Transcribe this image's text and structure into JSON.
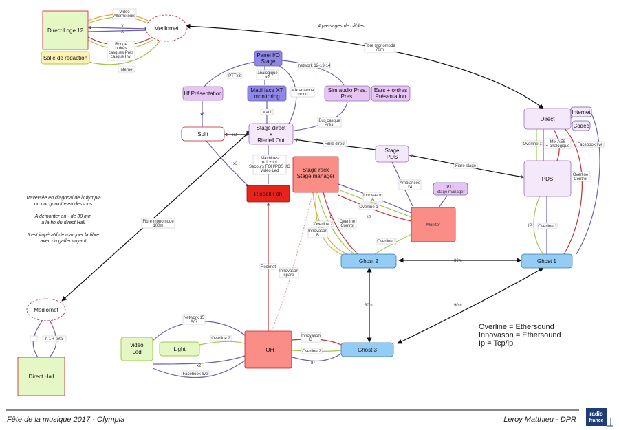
{
  "nodes": {
    "direct_loge": "Direct Loge 12",
    "salle_redaction": "Salle de rédaction",
    "mediornet_top": "Mediornet",
    "panel_io": [
      "Panel I/O",
      "Stage"
    ],
    "hf_presentation": "Hf Présentation",
    "madi_face": [
      "Madi face XT",
      "monitoring"
    ],
    "sim_audio": [
      "Sim audio Pres.",
      "Pres."
    ],
    "ears_ordres": [
      "Ears + ordres",
      "Présentation"
    ],
    "split": "Split",
    "stage_direct": [
      "Stage direct",
      "+",
      "Riedell Out"
    ],
    "riedell_foh": "Riedell Foh",
    "stage_rack": [
      "Stage rack",
      "Stage manager"
    ],
    "stage_pds": [
      "Stage",
      "PDS"
    ],
    "ptt": [
      "PTT",
      "Stage manager"
    ],
    "monitor": "Monitor",
    "direct": "Direct",
    "internet": "Internet",
    "codec": "Codec",
    "pds": "PDS",
    "ghost1": "Ghost 1",
    "ghost2": "Ghost 2",
    "ghost3": "Ghost 3",
    "foh": "FOH",
    "mediornet_bottom": "Mediornet",
    "direct_hall": "Direct Hall",
    "video_led": [
      "video",
      "Led"
    ],
    "light": "Light"
  },
  "labels": {
    "video_ar": [
      "Vidéo",
      "Aller/retours"
    ],
    "x_top": "X",
    "x_bottom": "X",
    "rouge_ordres": [
      "Rouge",
      "ordres",
      "casques Pres",
      "casque Inv."
    ],
    "internet": "Internet",
    "passages": "4 passages de câbles",
    "fibre_mono_top": [
      "Fibre monomode",
      "70m"
    ],
    "pttx3": "PTTx3",
    "analogique": [
      "analogique",
      "x2"
    ],
    "network_12": "network 12-13-14",
    "mix_antenne": [
      "Mix antenne",
      "mono"
    ],
    "x8_split": "x8",
    "x8_stage": "x8",
    "madi": "Madi",
    "bus_casque": [
      "Bus casque",
      "Prés."
    ],
    "x3": "x3",
    "machines": [
      "Machines",
      "n-1 + tot",
      "Secours FOH/PDS I/O",
      "Vidéo Led"
    ],
    "fibre_direct": "Fibre direct",
    "fibre_stage": "Fibre stage",
    "overline1_direct": "Overline 1",
    "mix_aes": [
      "Mix AES",
      "+ analogique"
    ],
    "facebook_live_top": "Facebook live",
    "overline_control_pds": [
      "Overline",
      "Control"
    ],
    "ambiances": [
      "Ambiances",
      "x4"
    ],
    "innovason_a": [
      "Innovason",
      "A"
    ],
    "overline1_a": "Overline 1",
    "ip_a": "IP",
    "ip_b": "IP",
    "overline2_sr": "Overline 2",
    "overline_control_sr": [
      "Overline",
      "Control"
    ],
    "innovason_b_sr": [
      "Innovason",
      "B"
    ],
    "overline1_mon": "Overline 1",
    "ip_pds": "IP",
    "overline1_pds": "Overline 1",
    "m30": "30m",
    "m80": "80m",
    "m90": "90m",
    "rocknet": "Rocknet",
    "innovason_spare": [
      "Innovason",
      "spare"
    ],
    "fibre_mono_bottom": [
      "Fibre monomode",
      "100m"
    ],
    "network15": [
      "Network 15",
      "A/R"
    ],
    "overline2_light": "Overline 2",
    "x2": "x2",
    "facebook_live_bottom": "Facebook live",
    "innovason_b_foh": [
      "Innovason",
      "B"
    ],
    "overline2_foh": "Overline 2",
    "ip_foh": "IP",
    "n1_total": "n-1 + total"
  },
  "notes": {
    "traversee": [
      "Traversée en diagonal de l'Olympia",
      "ou par goulotte en dessous"
    ],
    "demonter": [
      "A demonter en - de 30 min",
      "à la fin du direct Hall"
    ],
    "imperatif": [
      "Il est impératif de marquer la fibre",
      "avec du gaffer voyant"
    ]
  },
  "legend": [
    "Overline = Ethersound",
    "Innovason = Ethersound",
    "Ip = Tcp/ip"
  ],
  "footer": {
    "left": "Fête de la musique 2017 - Olympia",
    "right": "Leroy Matthieu - DPR",
    "logo": [
      "radio",
      "france"
    ]
  },
  "colors": {
    "green_fill": "#e6f7c6",
    "green_stroke": "#9fc94b",
    "yellow_fill": "#fdf2b6",
    "purple_fill": "#e6c5f5",
    "blue_purple_fill": "#8f86e8",
    "light_lavender": "#f3e9fb",
    "red_fill": "#e8231c",
    "salmon_fill": "#fa8e86",
    "blue_fill": "#93cdf6"
  }
}
